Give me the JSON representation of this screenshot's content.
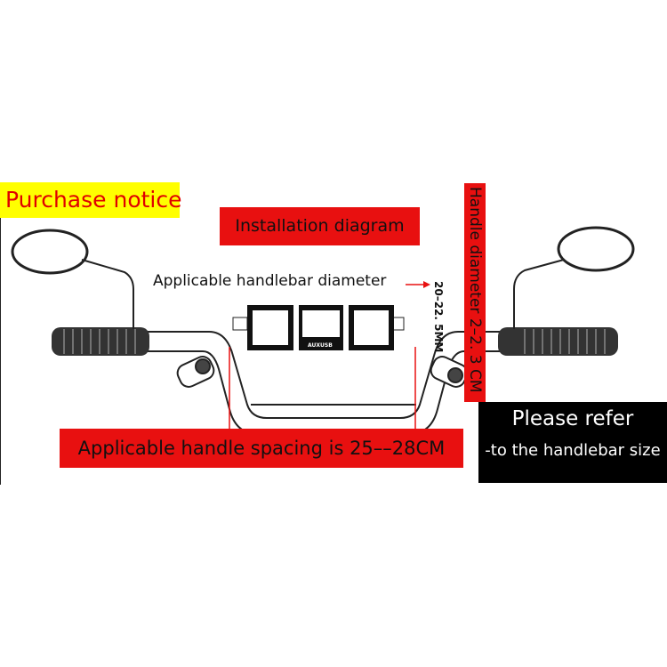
{
  "labels": {
    "purchase_notice": "Purchase notice",
    "installation_diagram": "Installation diagram",
    "applicable_diameter": "Applicable handlebar diameter",
    "diameter_mm": "20–22. 5MM",
    "handle_diameter": "Handle diameter 2–2. 3 CM",
    "handle_spacing": "Applicable handle spacing is 25––28CM",
    "refer_line1": "Please refer",
    "refer_line2": "-to the handlebar size"
  },
  "device_labels": {
    "aux": "AUX",
    "usb": "USB"
  },
  "colors": {
    "red": "#e81010",
    "yellow": "#ffff00",
    "black": "#000000"
  }
}
